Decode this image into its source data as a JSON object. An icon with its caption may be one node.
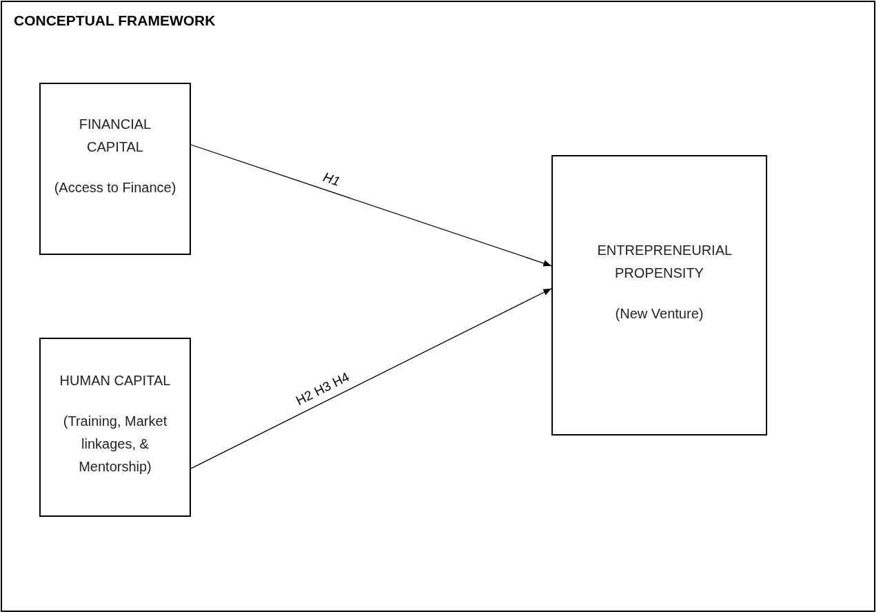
{
  "diagram": {
    "title": "CONCEPTUAL FRAMEWORK",
    "nodes": [
      {
        "text": [
          "FINANCIAL CAPITAL",
          "(Access to Finance)"
        ]
      },
      {
        "text": [
          "HUMAN CAPITAL",
          "(Training, Market linkages, & Mentorship)"
        ]
      },
      {
        "text": [
          "ENTREPRENEURIAL PROPENSITY",
          "(New Venture)"
        ]
      }
    ],
    "edges": [
      {
        "from": 0,
        "to": 2,
        "arrow": "to",
        "label": "H1"
      },
      {
        "from": 1,
        "to": 2,
        "arrow": "to",
        "label": "H2 H3 H4"
      }
    ]
  }
}
